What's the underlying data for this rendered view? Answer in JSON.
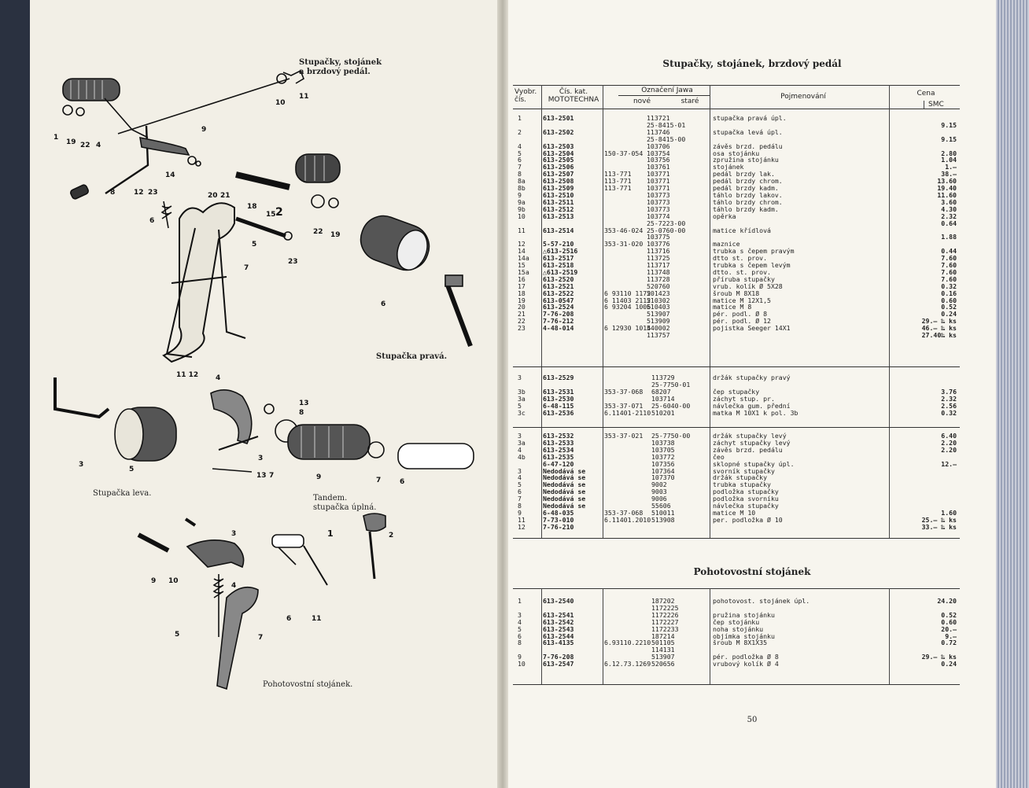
{
  "left_page": {
    "captions": {
      "header": "Stupačky, stojánek\na brzdový pedál.",
      "right_footrest": "Stupačka pravá.",
      "left_footrest": "Stupačka leva.",
      "tandem": "Tandem.\nstupačka úplná.",
      "stand": "Pohotovostní stojánek."
    },
    "callouts": [
      "10",
      "11",
      "9",
      "1",
      "19",
      "22",
      "4",
      "14",
      "8",
      "12",
      "23",
      "20",
      "21",
      "2",
      "22",
      "19",
      "18",
      "15",
      "5",
      "23",
      "6",
      "7",
      "6",
      "11 12",
      "4",
      "13",
      "8",
      "3",
      "5",
      "3",
      "13",
      "7",
      "9",
      "7",
      "6",
      "1",
      "2",
      "3",
      "9",
      "10",
      "4",
      "5",
      "7",
      "6",
      "11"
    ]
  },
  "right_page": {
    "title": "Stupačky, stojánek, brzdový pedál",
    "subtitle": "Pohotovostní stojánek",
    "page_number": "50",
    "headers": {
      "vyobr": "Vyobr.\nčís.",
      "kat": "Čís. kat.\nMOTOTECHNA",
      "jawa": "Označení Jawa",
      "nove": "nové",
      "stare": "staré",
      "pojmenovani": "Pojmenování",
      "cena": "Cena",
      "smc": "SMC"
    },
    "section1": {
      "vyobr": "1\n\n2\n\n4\n5\n6\n7\n8\n8a\n8b\n9\n9a\n9b\n10\n\n11\n\n12\n14\n14a\n15\n15a\n16\n17\n18\n19\n20\n21\n22\n23",
      "kat": "613-2501\n\n613-2502\n\n613-2503\n613-2504\n613-2505\n613-2506\n613-2507\n613-2508\n613-2509\n613-2510\n613-2511\n613-2512\n613-2513\n\n613-2514\n\n5-57-210\n△613-2516\n613-2517\n613-2518\n△613-2519\n613-2520\n613-2521\n613-2522\n613-0547\n613-2524\n7-76-208\n7-76-212\n4-48-014",
      "nove": "\n\n\n\n\n150-37-054\n\n\n113-771\n113-771\n113-771\n\n\n\n\n\n353-46-024\n\n353-31-020\n\n\n\n\n\n\n6 93110 1172\n6 11403 2112\n6 93204 1006\n\n\n6 12930 1014",
      "stare": "113721\n25-8415-01\n113746\n25-8415-00\n103706\n103754\n103756\n103761\n103771\n103771\n103771\n103773\n103773\n103773\n103774\n25-7223-00\n25-0760-00\n103775\n103776\n113716\n113725\n113717\n113748\n113728\n520760\n501423\n510302\n510403\n513907\n513909\n540002\n113757",
      "pojmenovani": "stupačka pravá úpl.\n\nstupačka levá úpl.\n\nzávěs brzd. pedálu\nosa stojánku\nzpružina stojánku\nstojánek\npedál brzdy lak.\npedál brzdy chrom.\npedál brzdy kadm.\ntáhlo brzdy lakov.\ntáhlo brzdy chrom.\ntáhlo brzdy kadm.\nopěrka\n\nmatice křídlová\n\nmaznice\ntrubka s čepem pravým\ndtto st. prov.\ntrubka s čepem levým\ndtto. st. prov.\npříruba stupačky\nvrub. kolík Ø 5X28\nšroub M 8X18\nmatice M 12X1,5\nmatice M 8\npér. podl. Ø 8\npér. podl. Ø 12\npojistka Seeger 14X1",
      "cena": "\n9.15\n\n9.15\n\n2.80\n1.04\n1.—\n38.—\n13.60\n19.40\n11.60\n3.60\n4.30\n2.32\n0.64\n\n1.88\n\n0.44\n7.60\n7.60\n7.60\n7.60\n0.32\n0.16\n0.60\n0.52\n0.24\n29.— ‰ ks\n46.— ‰ ks\n27.40‰ ks"
    },
    "section2": {
      "vyobr": "3\n\n3b\n3a\n5\n3c",
      "kat": "613-2529\n\n613-2531\n613-2530\n6-48-115\n613-2536",
      "nove": "\n\n353-37-068\n\n353-37-071\n6.11401-2110",
      "stare": "113729\n25-7750-01\n68207\n103714\n25-6040-00\n510201",
      "pojmenovani": "držák stupačky pravý\n\nčep stupačky\nzáchyt stup. pr.\nnávlečka gum. přední\nmatka M 10X1 k pol. 3b",
      "cena": "\n\n3.76\n2.32\n2.56\n0.32"
    },
    "section3": {
      "vyobr": "3\n3a\n4\n4b\n\n3\n4\n5\n6\n7\n8\n9\n11\n12",
      "kat": "613-2532\n613-2533\n613-2534\n613-2535\n6-47-120\nNedodává se\nNedodává se\nNedodává se\nNedodává se\nNedodává se\nNedodává se\n6-48-035\n7-73-010\n7-76-210",
      "nove": "353-37-021\n\n\n\n\n\n\n\n\n\n\n353-37-068\n6.11401.2010\n",
      "stare": "25-7750-00\n103738\n103705\n103772\n107356\n107364\n107370\n9002\n9003\n9006\n55606\n510011\n513908",
      "pojmenovani": "držák stupačky levý\nzáchyt stupačky levý\nzávěs brzd. pedálu\nčeo\nsklopné stupačky úpl.\nsvorník stupačky\ndržák stupačky\ntrubka stupačky\npodložka stupačky\npodložka svorníku\nnávlečka stupačky\nmatice M 10\nper. podložka Ø 10",
      "cena": "6.40\n2.20\n2.20\n\n12.—\n\n\n\n\n\n\n1.60\n25.— ‰ ks\n33.— ‰ ks"
    },
    "section4": {
      "vyobr": "1\n\n3\n4\n5\n6\n8\n\n9\n10",
      "kat": "613-2540\n\n613-2541\n613-2542\n613-2543\n613-2544\n613-4135\n\n7-76-208\n613-2547",
      "nove": "\n\n\n\n\n\n6.93110.2210\n\n\n6.12.73.1269",
      "stare": "187202\n1172225\n1172226\n1172227\n1172233\n187214\n501105\n114131\n513907\n520656",
      "pojmenovani": "pohotovost. stojánek úpl.\n\npružina stojánku\nčep stojánku\nnoha stojánku\nobjímka stojánku\nšroub M 8X1X35\n\npér. podložka Ø 8\nvrubový kolík Ø 4",
      "cena": "24.20\n\n0.52\n0.60\n20.—\n9.—\n0.72\n\n29.— ‰ ks\n0.24"
    }
  }
}
